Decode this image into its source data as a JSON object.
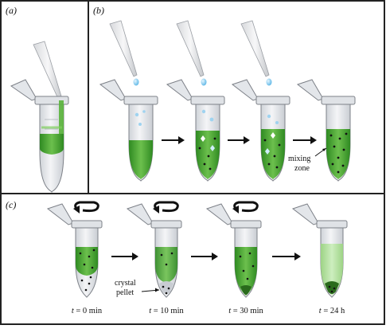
{
  "panels": {
    "a": {
      "label": "(a)"
    },
    "b": {
      "label": "(b)",
      "annotation": [
        "mixing",
        "zone"
      ]
    },
    "c": {
      "label": "(c)",
      "annotation": [
        "crystal",
        "pellet"
      ],
      "times": [
        {
          "var": "t",
          "value": " = 0 min"
        },
        {
          "var": "t",
          "value": " = 10 min"
        },
        {
          "var": "t",
          "value": " = 30 min"
        },
        {
          "var": "t",
          "value": " = 24 h"
        }
      ]
    }
  },
  "colors": {
    "green_dark": "#3f9a2b",
    "green_mid": "#6cc04d",
    "green_light": "#b9e0a4",
    "tube_body": "#e9ebee",
    "tube_outline": "#8b8f96",
    "droplet": "#9fd3f0",
    "panel_border": "#222222"
  }
}
